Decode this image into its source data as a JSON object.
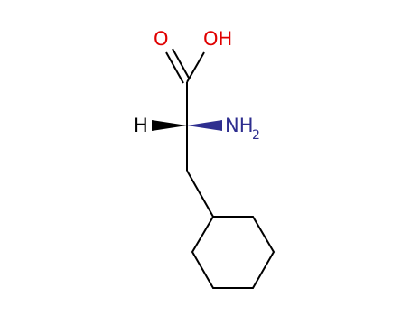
{
  "molecule": {
    "atoms": {
      "carbonyl_oxygen": "O",
      "hydroxyl": "OH",
      "hydrogen": "H",
      "amine_main": "NH",
      "amine_subscript": "2"
    },
    "colors": {
      "oxygen": "#e00000",
      "nitrogen": "#2e2e8f",
      "bond": "#000000",
      "hydrogen": "#000000"
    }
  }
}
